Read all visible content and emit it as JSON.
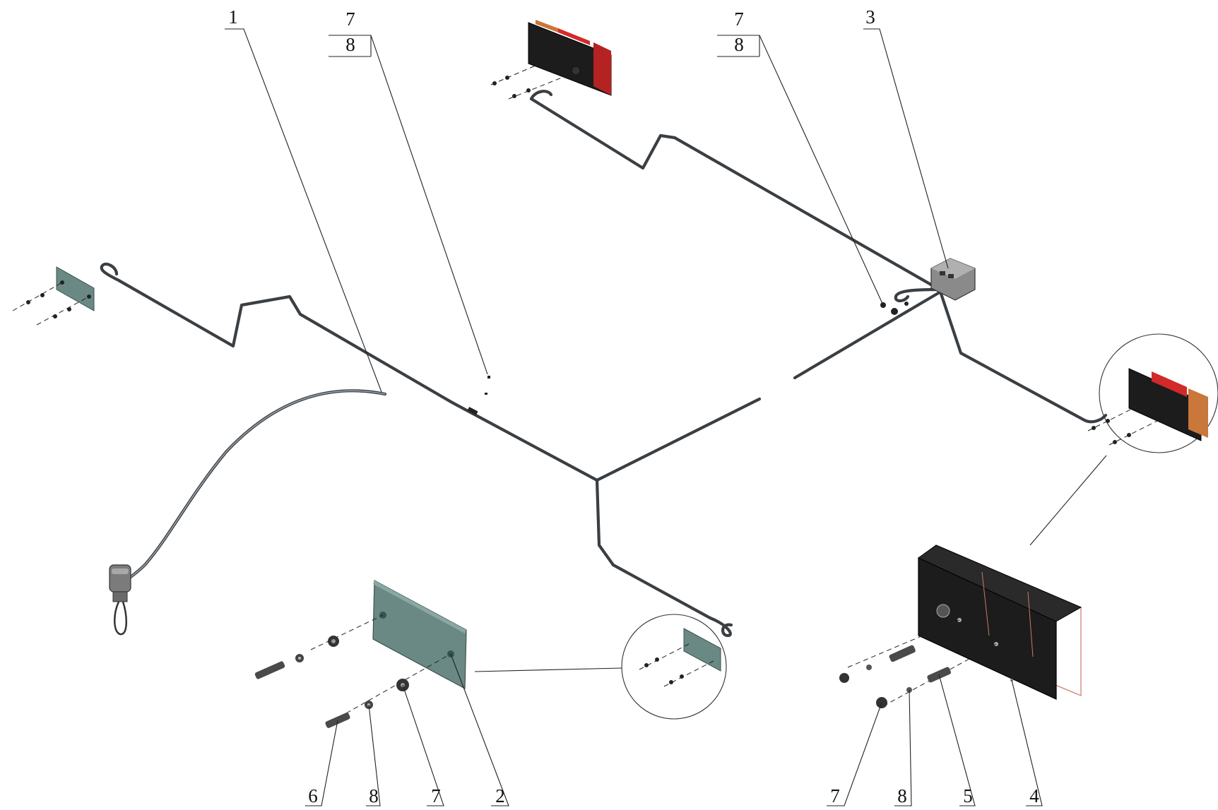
{
  "diagram": {
    "callouts": [
      {
        "id": "c1",
        "text": "1"
      },
      {
        "id": "c7a",
        "text": "7"
      },
      {
        "id": "c8a",
        "text": "8"
      },
      {
        "id": "c7b",
        "text": "7"
      },
      {
        "id": "c8b",
        "text": "8"
      },
      {
        "id": "c3",
        "text": "3"
      },
      {
        "id": "c6",
        "text": "6"
      },
      {
        "id": "c8c",
        "text": "8"
      },
      {
        "id": "c7c",
        "text": "7"
      },
      {
        "id": "c2",
        "text": "2"
      },
      {
        "id": "c7d",
        "text": "7"
      },
      {
        "id": "c8d",
        "text": "8"
      },
      {
        "id": "c5",
        "text": "5"
      },
      {
        "id": "c4",
        "text": "4"
      }
    ]
  },
  "colors": {
    "wire": "#3a3f44",
    "plate": "#5f7e7b",
    "lamp_body": "#1c1c1c",
    "lamp_red": "#d22a2a",
    "lamp_amber": "#c9773a",
    "connector": "#8a8a8a"
  }
}
